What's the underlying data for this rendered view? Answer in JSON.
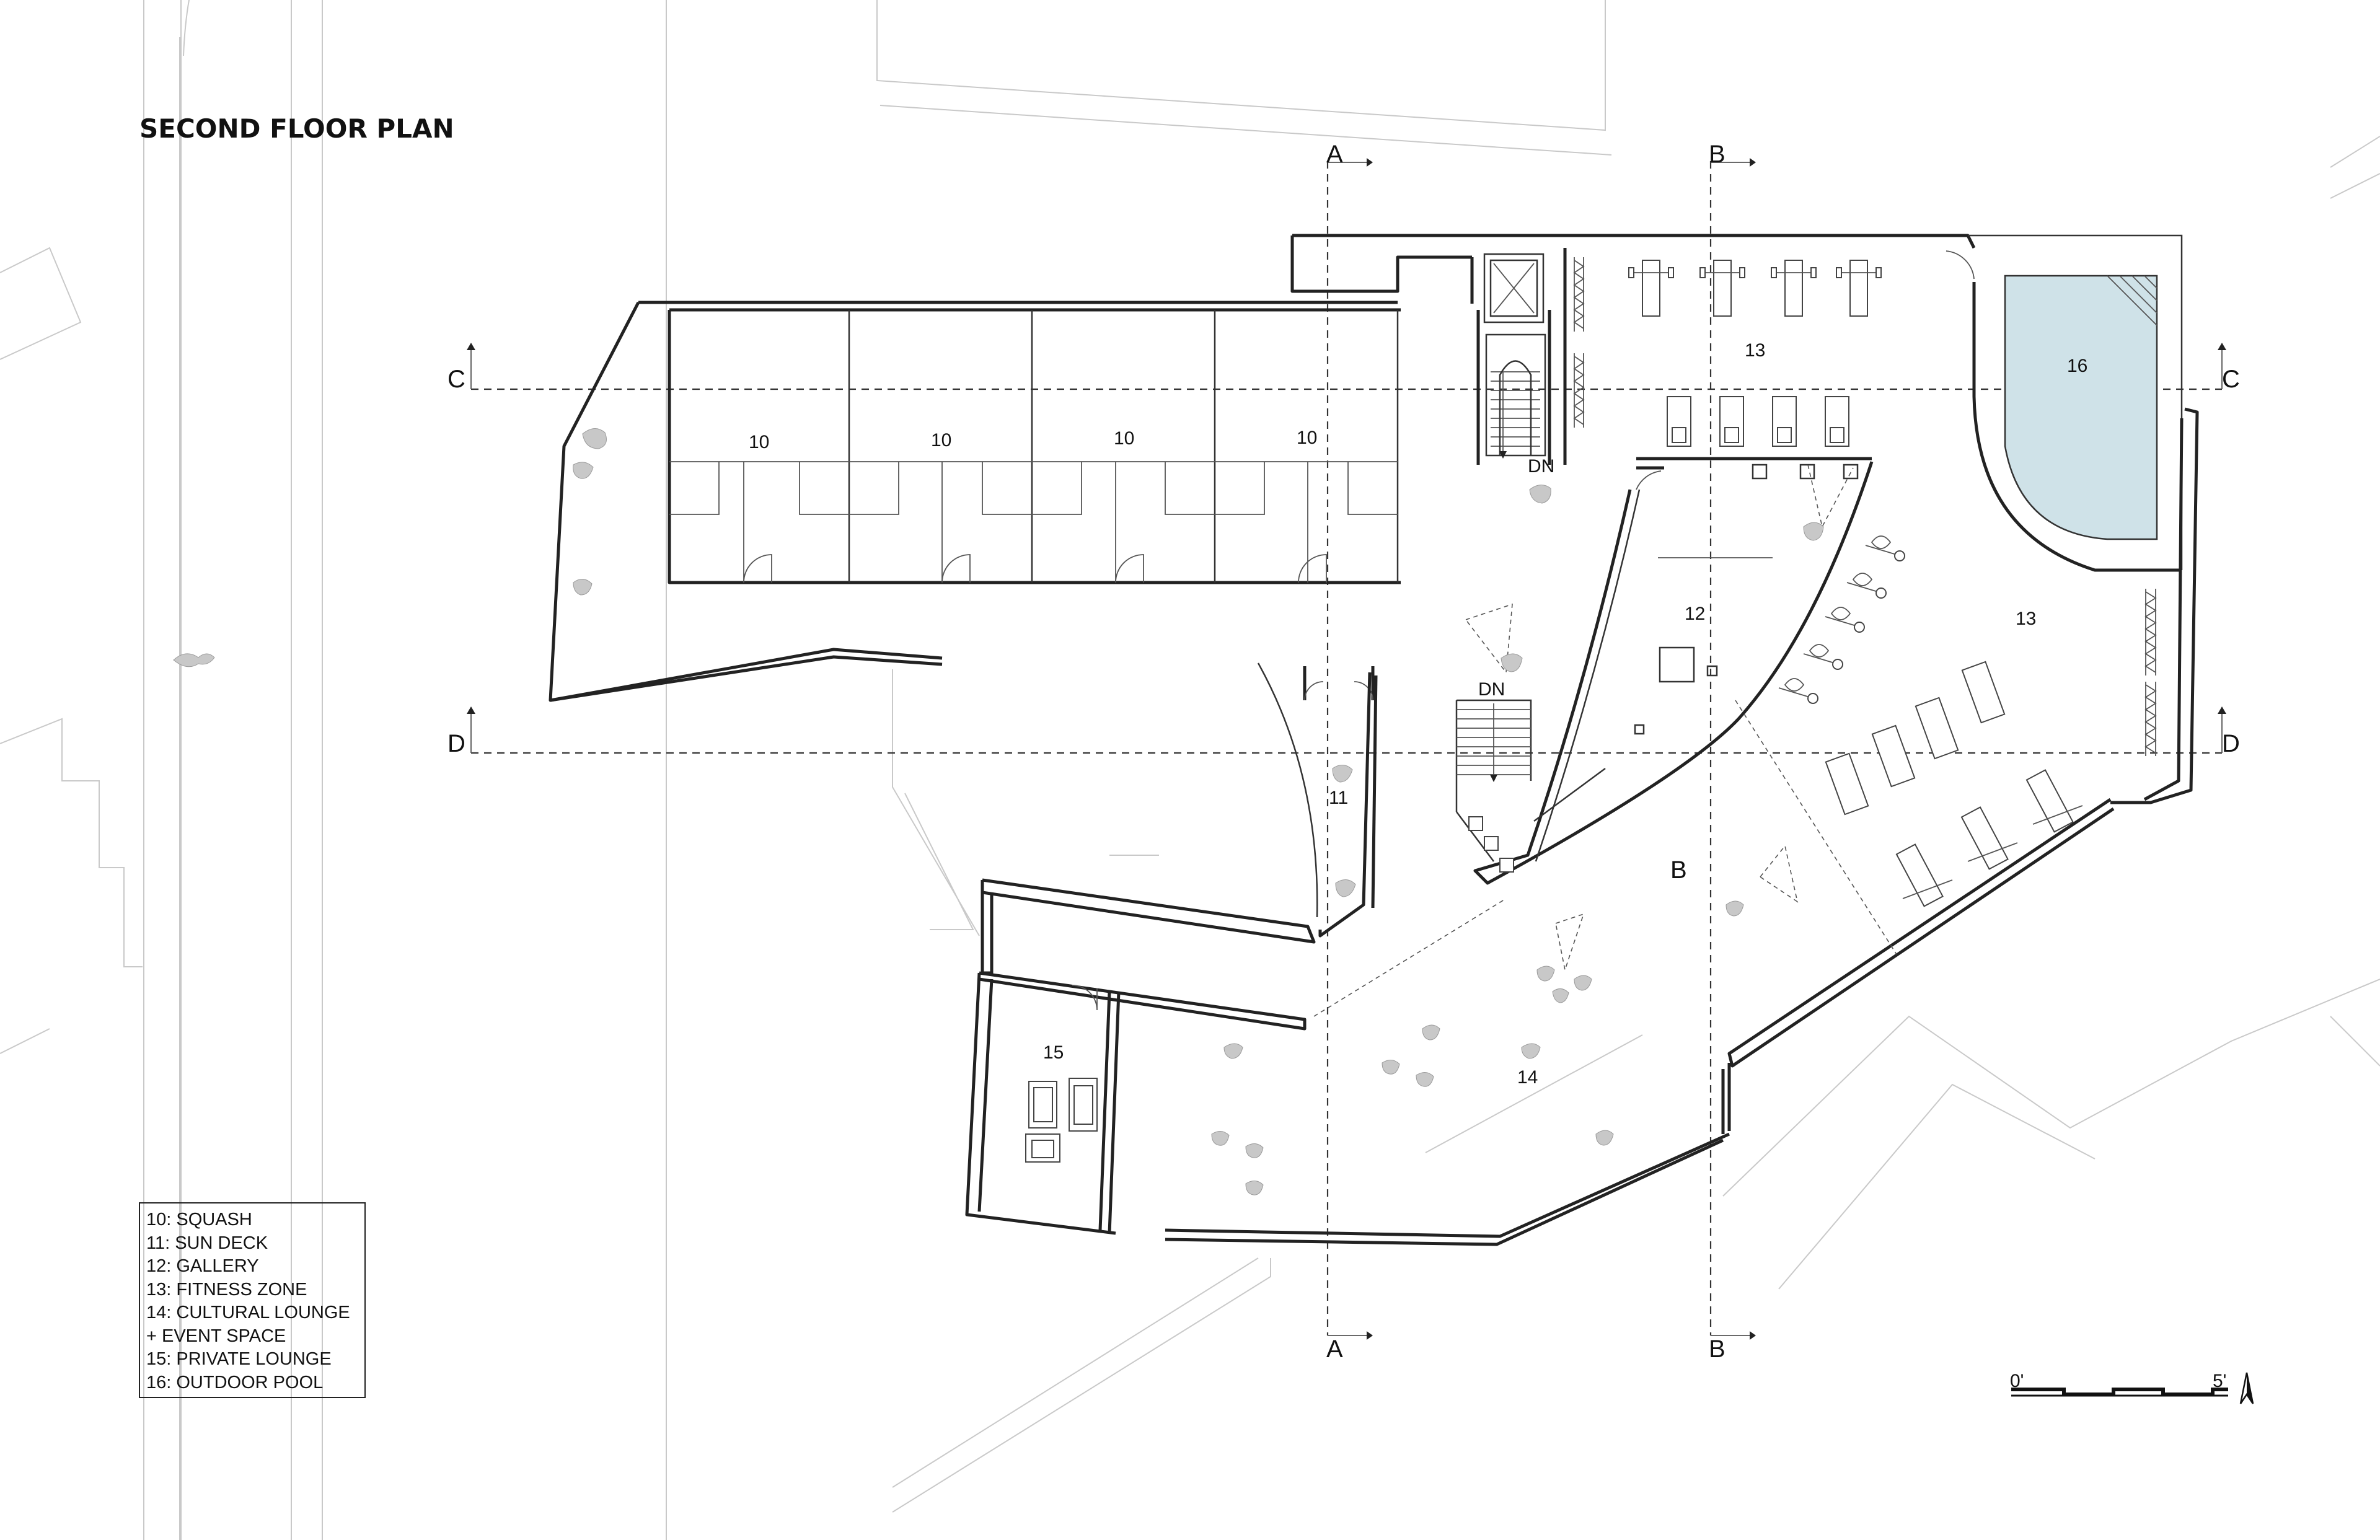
{
  "title": "SECOND FLOOR PLAN",
  "room_tags": {
    "squash_a": "10",
    "squash_b": "10",
    "squash_c": "10",
    "squash_d": "10",
    "sun_deck": "11",
    "gallery": "12",
    "fitness_north": "13",
    "fitness_east": "13",
    "cultural_lounge": "14",
    "private_lounge": "15",
    "pool": "16",
    "zone_b": "B"
  },
  "stair_labels": {
    "upper": "DN",
    "lower": "DN"
  },
  "section_marks": {
    "a_top": "A",
    "a_bottom": "A",
    "b_top": "B",
    "b_bottom": "B",
    "c_left": "C",
    "c_right": "C",
    "d_left": "D",
    "d_right": "D"
  },
  "legend": [
    "10: SQUASH",
    "11: SUN DECK",
    "12: GALLERY",
    "13: FITNESS ZONE",
    "14: CULTURAL LOUNGE",
    "+ EVENT SPACE",
    "15: PRIVATE LOUNGE",
    "16: OUTDOOR POOL"
  ],
  "scale_bar": {
    "start": "0'",
    "end": "5'"
  },
  "colors": {
    "pool_water": "#cfe2e8",
    "walls": "#222222",
    "context": "#c9c9c9"
  },
  "icons": [
    "north-arrow-icon"
  ]
}
